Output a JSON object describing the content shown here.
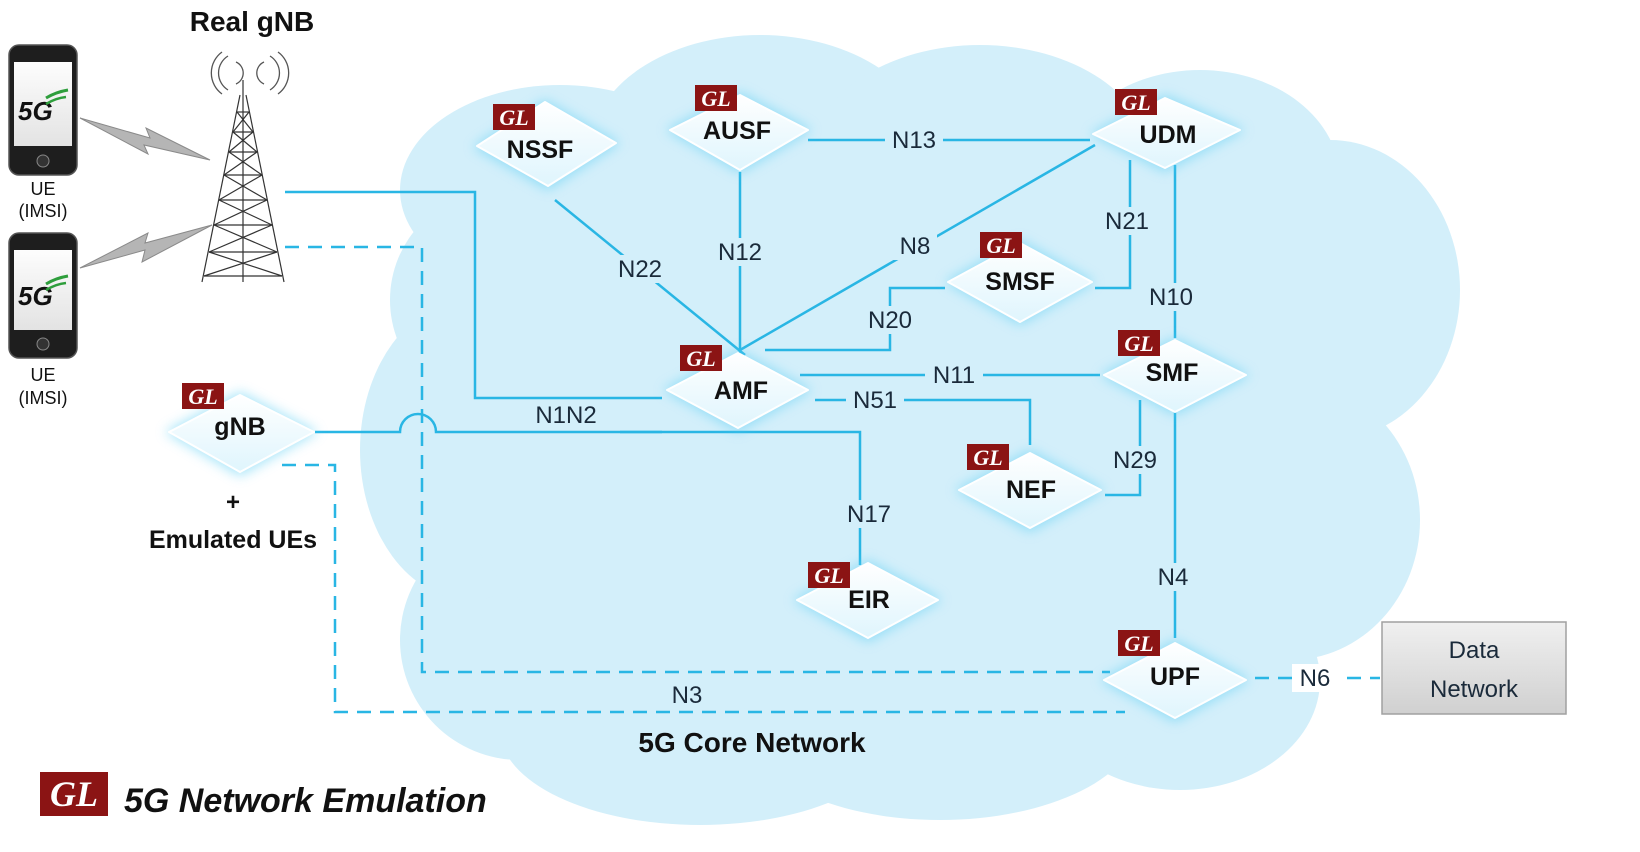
{
  "title": "Real gNB",
  "core_label": "5G Core Network",
  "footer": {
    "logo": "GL",
    "text": "5G Network Emulation"
  },
  "ue": [
    {
      "badge": "5G",
      "line1": "UE",
      "line2": "(IMSI)"
    },
    {
      "badge": "5G",
      "line1": "UE",
      "line2": "(IMSI)"
    }
  ],
  "gl_logo": "GL",
  "nodes": {
    "nssf": "NSSF",
    "ausf": "AUSF",
    "udm": "UDM",
    "smsf": "SMSF",
    "amf": "AMF",
    "smf": "SMF",
    "nef": "NEF",
    "eir": "EIR",
    "upf": "UPF",
    "gnb": "gNB"
  },
  "emulated": {
    "plus": "+",
    "text": "Emulated UEs"
  },
  "data_network": {
    "line1": "Data",
    "line2": "Network"
  },
  "interfaces": {
    "n13": "N13",
    "n12": "N12",
    "n22": "N22",
    "n8": "N8",
    "n21": "N21",
    "n20": "N20",
    "n10": "N10",
    "n11": "N11",
    "n51": "N51",
    "n1n2": "N1N2",
    "n29": "N29",
    "n17": "N17",
    "n4": "N4",
    "n3": "N3",
    "n6": "N6"
  },
  "colors": {
    "cloud": "#d3effa",
    "line": "#29b6e4",
    "node": "#e6f8fe",
    "gl_red": "#8b1414",
    "data_box": "#e4e4e4"
  }
}
